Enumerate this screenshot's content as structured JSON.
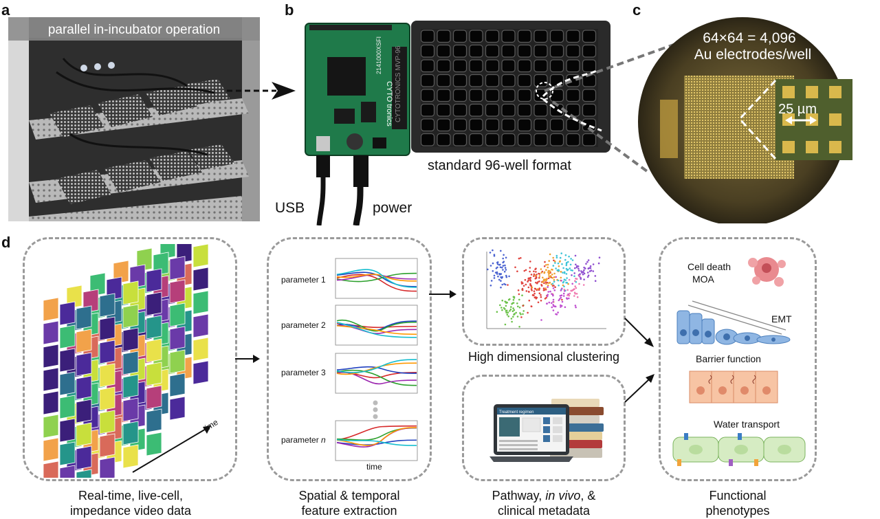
{
  "panels": {
    "a": {
      "label": "a",
      "banner": "parallel in-incubator operation"
    },
    "b": {
      "label": "b",
      "format_text": "standard 96-well format",
      "usb_label": "USB",
      "power_label": "power",
      "board_text": "2141000XSFI",
      "brand_text": "CYTOTRONICS",
      "brand_small": "CYTO tronics",
      "plate_text": "CYTOTRONICS MVP-96"
    },
    "c": {
      "label": "c",
      "electrode_line1": "64×64 = 4,096",
      "electrode_line2": "Au electrodes/well",
      "pitch": "25 µm"
    },
    "d": {
      "label": "d"
    }
  },
  "pipeline": {
    "video": {
      "caption_line1": "Real-time, live-cell,",
      "caption_line2": "impedance video data",
      "time_label": "time"
    },
    "features": {
      "caption_line1": "Spatial & temporal",
      "caption_line2": "feature extraction",
      "params": [
        "parameter 1",
        "parameter 2",
        "parameter 3"
      ],
      "param_n_prefix": "parameter ",
      "param_n_var": "n",
      "time_label": "time"
    },
    "clustering": {
      "caption": "High dimensional clustering"
    },
    "metadata": {
      "caption_pre": "Pathway, ",
      "caption_italic": "in vivo",
      "caption_post": ", &",
      "caption_line2": "clinical metadata",
      "screen_title": "Treatment regimen"
    },
    "phenotypes": {
      "caption_line1": "Functional",
      "caption_line2": "phenotypes",
      "items": [
        "Cell death",
        "MOA",
        "EMT",
        "Barrier function",
        "Water transport"
      ]
    }
  },
  "colors": {
    "dash": "#9a9a9a",
    "board": "#1f7a4a",
    "plate": "#2a2a2a",
    "chip": "#c9a441"
  }
}
